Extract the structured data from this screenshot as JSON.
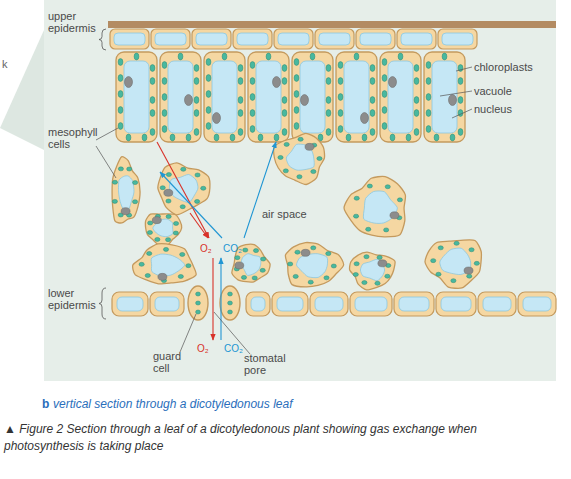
{
  "diagram": {
    "caption": "▲ Figure 2 Section through a leaf of a dicotyledonous plant showing gas exchange when photosynthesis is taking place",
    "labels": [
      "k",
      "upper epidermis",
      "chloroplasts",
      "vacuole",
      "nucleus",
      "mesophyll cells",
      "air space",
      "O₂",
      "CO₂",
      "lower epidermis",
      "O₂",
      "CO₂",
      "guard cell",
      "stomatal pore",
      "b",
      "vertical section through a dicotyledonous leaf"
    ]
  }
}
